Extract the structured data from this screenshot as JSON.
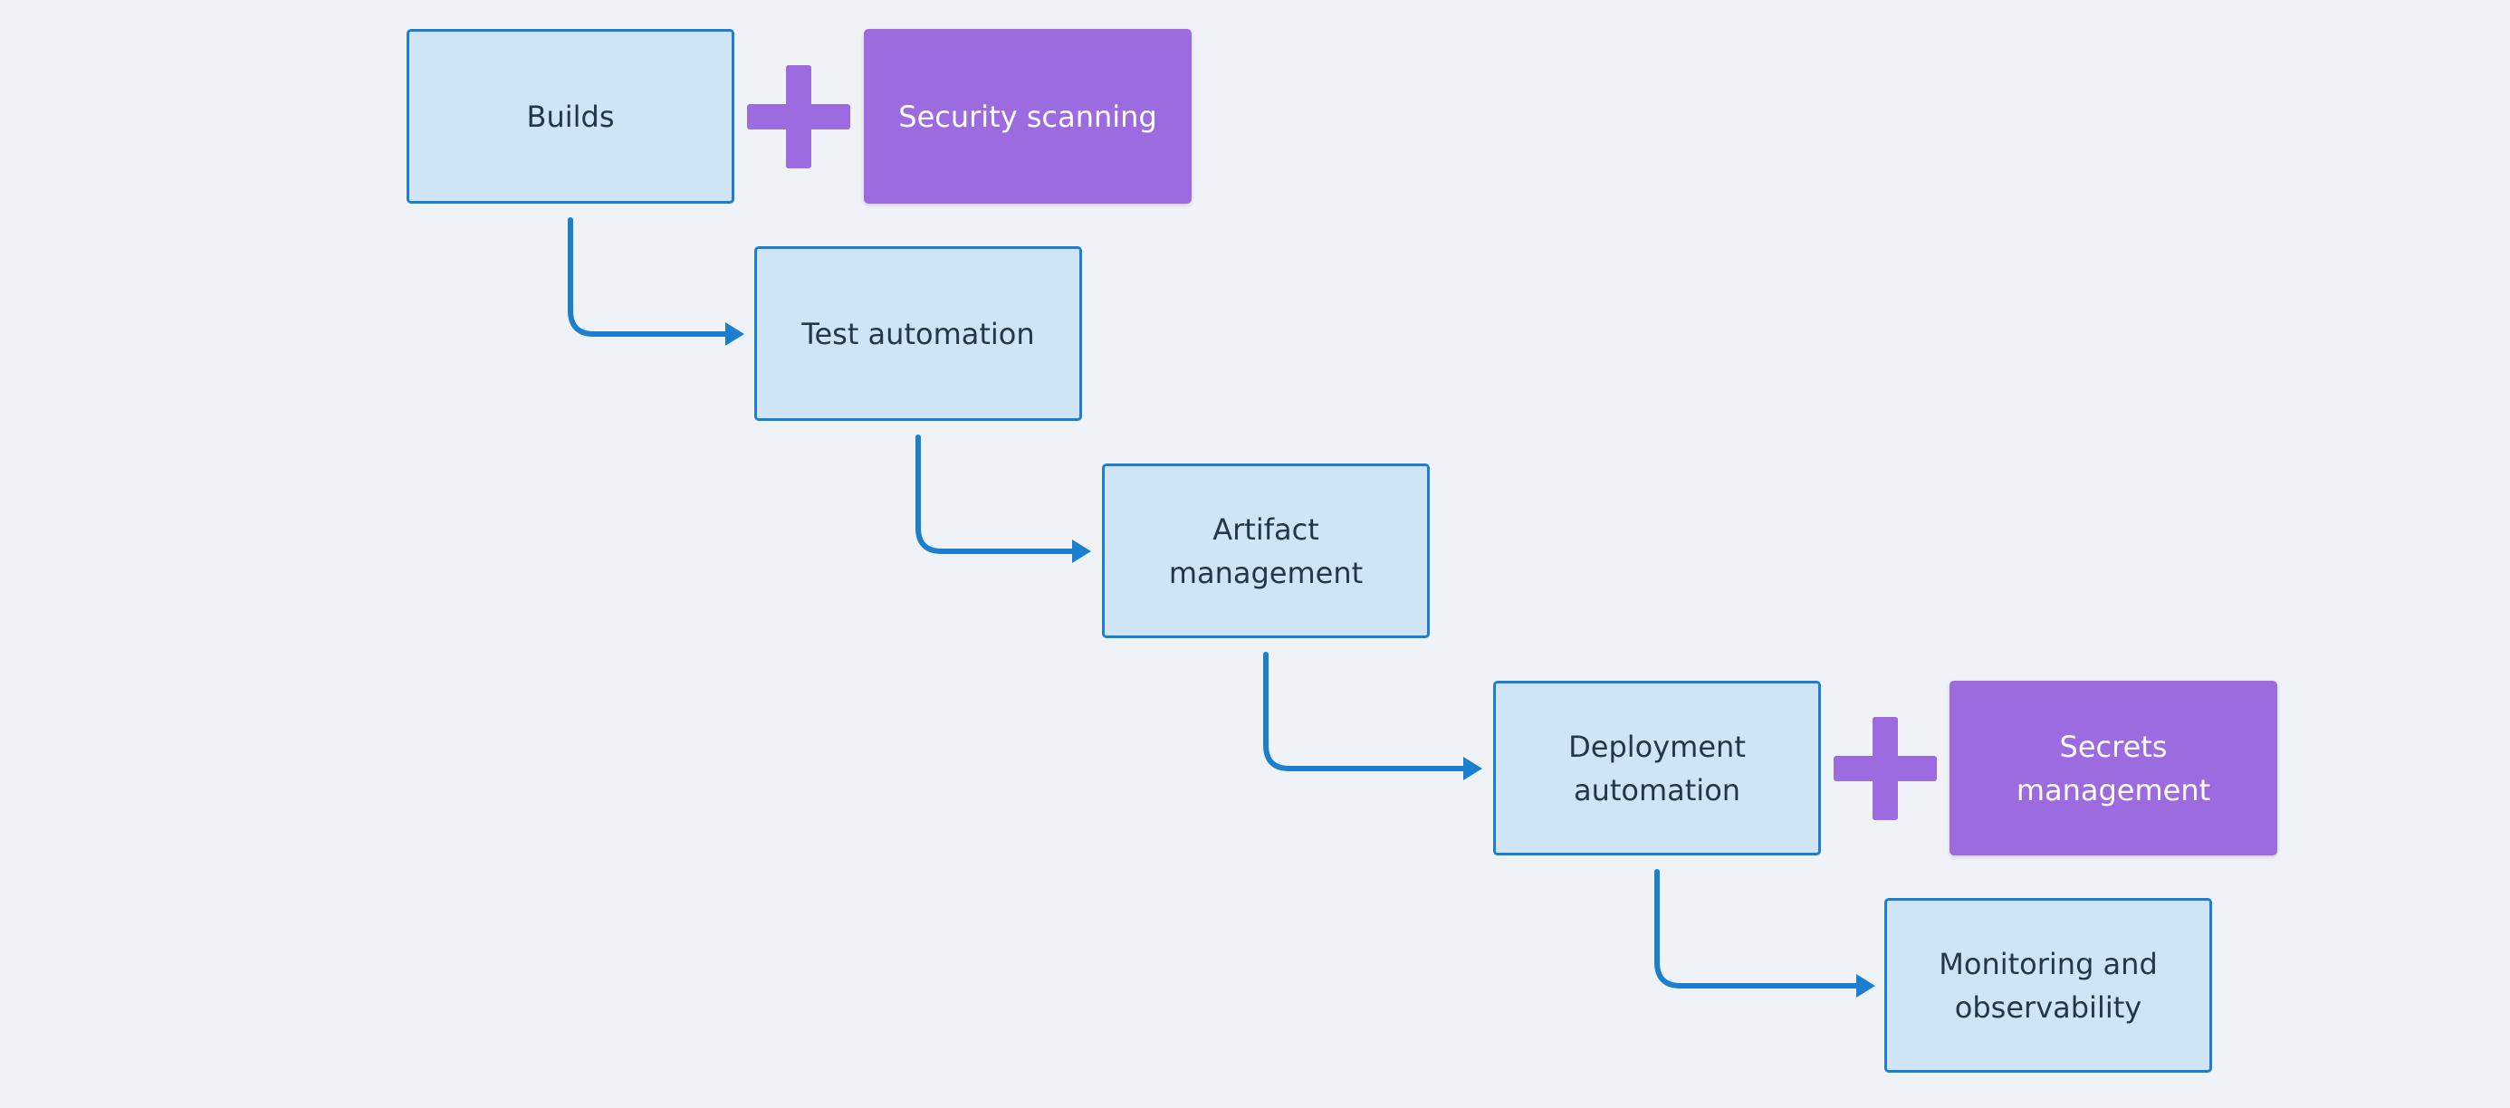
{
  "diagram": {
    "accent_color": "#1a7fd0",
    "highlight_color": "#9d6be0",
    "background_color": "#eff3f7",
    "flow": [
      {
        "label": "Builds"
      },
      {
        "label": "Test automation"
      },
      {
        "label": "Artifact management"
      },
      {
        "label": "Deployment automation"
      },
      {
        "label": "Monitoring and observability"
      }
    ],
    "additions": [
      {
        "label": "Security scanning",
        "joins": "Builds",
        "icon": "plus-icon"
      },
      {
        "label": "Secrets management",
        "joins": "Deployment automation",
        "icon": "plus-icon"
      }
    ]
  }
}
